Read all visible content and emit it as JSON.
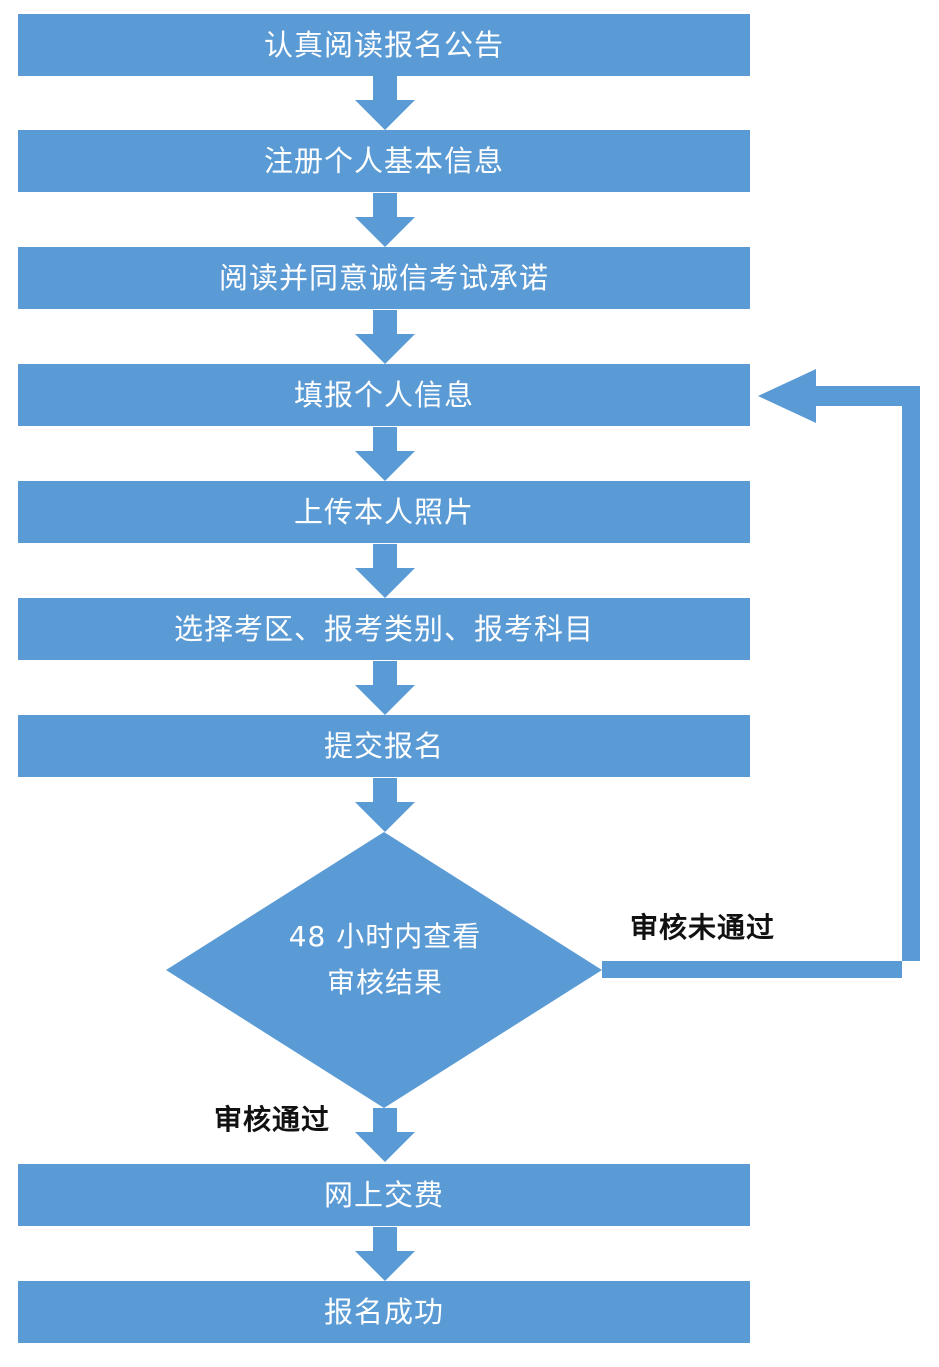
{
  "colors": {
    "box_fill": "#5b9bd5",
    "box_text": "#ffffff",
    "label_text": "#111111"
  },
  "steps": [
    "认真阅读报名公告",
    "注册个人基本信息",
    "阅读并同意诚信考试承诺",
    "填报个人信息",
    "上传本人照片",
    "选择考区、报考类别、报考科目",
    "提交报名"
  ],
  "decision": {
    "line1": "48 小时内查看",
    "line2": "审核结果",
    "yes_label": "审核通过",
    "no_label": "审核未通过"
  },
  "final_steps": [
    "网上交费",
    "报名成功"
  ]
}
